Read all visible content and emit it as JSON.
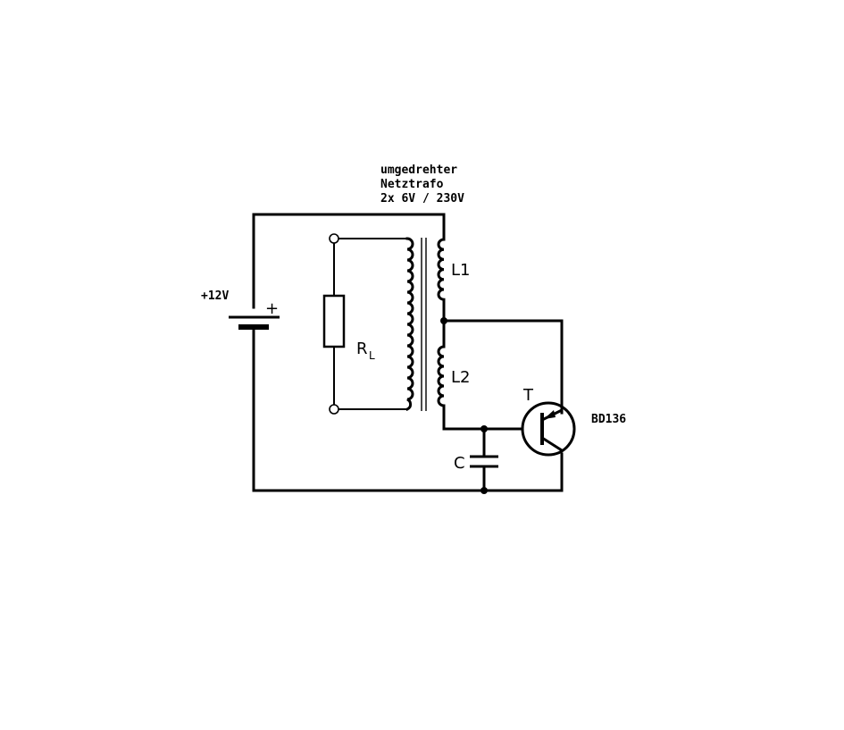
{
  "transformer": {
    "caption_line1": "umgedrehter",
    "caption_line2": "Netztrafo",
    "caption_line3": "2x 6V / 230V"
  },
  "battery": {
    "voltage": "+12V",
    "polarity": "+"
  },
  "resistor": {
    "label": "R",
    "subscript": "L"
  },
  "inductor1": {
    "label": "L1"
  },
  "inductor2": {
    "label": "L2"
  },
  "transistor": {
    "label": "T",
    "type": "BD136"
  },
  "capacitor": {
    "label": "C"
  }
}
